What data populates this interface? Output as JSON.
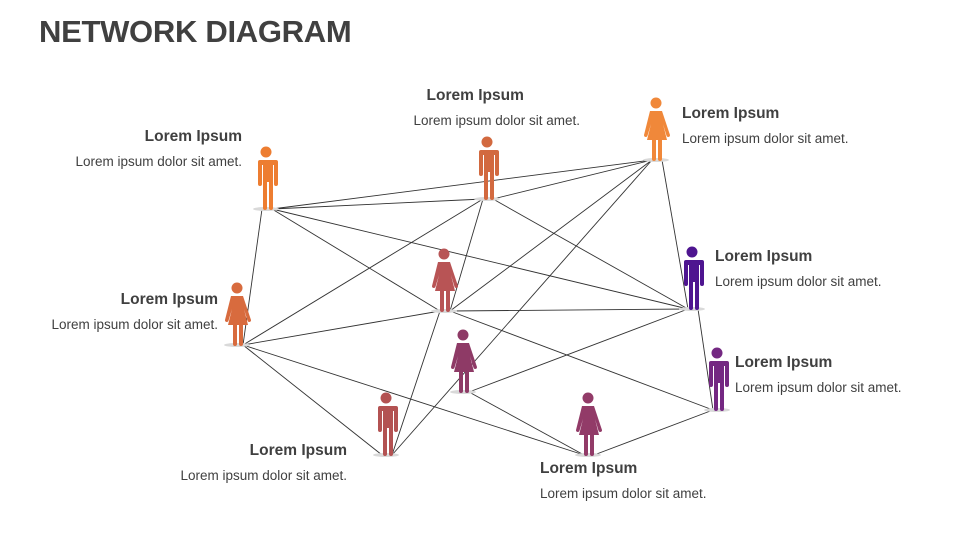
{
  "title": "NETWORK DIAGRAM",
  "colors": {
    "title": "#404040",
    "text": "#404040",
    "line": "#333333",
    "shadow": "#d9d9d9"
  },
  "nodes": [
    {
      "id": "A",
      "figure": "male",
      "color": "#ED7D31",
      "heading": "Lorem Ipsum",
      "text": "Lorem ipsum dolor sit amet."
    },
    {
      "id": "B",
      "figure": "male",
      "color": "#D2693F",
      "heading": "Lorem Ipsum",
      "text": "Lorem ipsum dolor sit amet."
    },
    {
      "id": "C",
      "figure": "female",
      "color": "#F0883A",
      "heading": "Lorem Ipsum",
      "text": "Lorem ipsum dolor sit amet."
    },
    {
      "id": "D",
      "figure": "male",
      "color": "#4E1590",
      "heading": "Lorem Ipsum",
      "text": "Lorem ipsum dolor sit amet."
    },
    {
      "id": "E",
      "figure": "female",
      "color": "#D86B3E",
      "heading": "Lorem Ipsum",
      "text": "Lorem ipsum dolor sit amet."
    },
    {
      "id": "F",
      "figure": "female",
      "color": "#B85455",
      "heading": "",
      "text": ""
    },
    {
      "id": "G",
      "figure": "female",
      "color": "#8E3A66",
      "heading": "",
      "text": ""
    },
    {
      "id": "H",
      "figure": "male",
      "color": "#742882",
      "heading": "Lorem Ipsum",
      "text": "Lorem ipsum dolor sit amet."
    },
    {
      "id": "I",
      "figure": "male",
      "color": "#B35252",
      "heading": "Lorem Ipsum",
      "text": "Lorem ipsum dolor sit amet."
    },
    {
      "id": "J",
      "figure": "female",
      "color": "#923B68",
      "heading": "Lorem Ipsum",
      "text": "Lorem ipsum dolor sit amet."
    }
  ],
  "edges": [
    [
      "A",
      "B"
    ],
    [
      "A",
      "C"
    ],
    [
      "A",
      "E"
    ],
    [
      "A",
      "F"
    ],
    [
      "A",
      "D"
    ],
    [
      "B",
      "C"
    ],
    [
      "B",
      "E"
    ],
    [
      "B",
      "F"
    ],
    [
      "B",
      "D"
    ],
    [
      "C",
      "F"
    ],
    [
      "C",
      "I"
    ],
    [
      "C",
      "D"
    ],
    [
      "D",
      "F"
    ],
    [
      "D",
      "G"
    ],
    [
      "D",
      "H"
    ],
    [
      "E",
      "F"
    ],
    [
      "E",
      "I"
    ],
    [
      "E",
      "J"
    ],
    [
      "F",
      "I"
    ],
    [
      "F",
      "H"
    ],
    [
      "G",
      "J"
    ],
    [
      "H",
      "J"
    ]
  ]
}
